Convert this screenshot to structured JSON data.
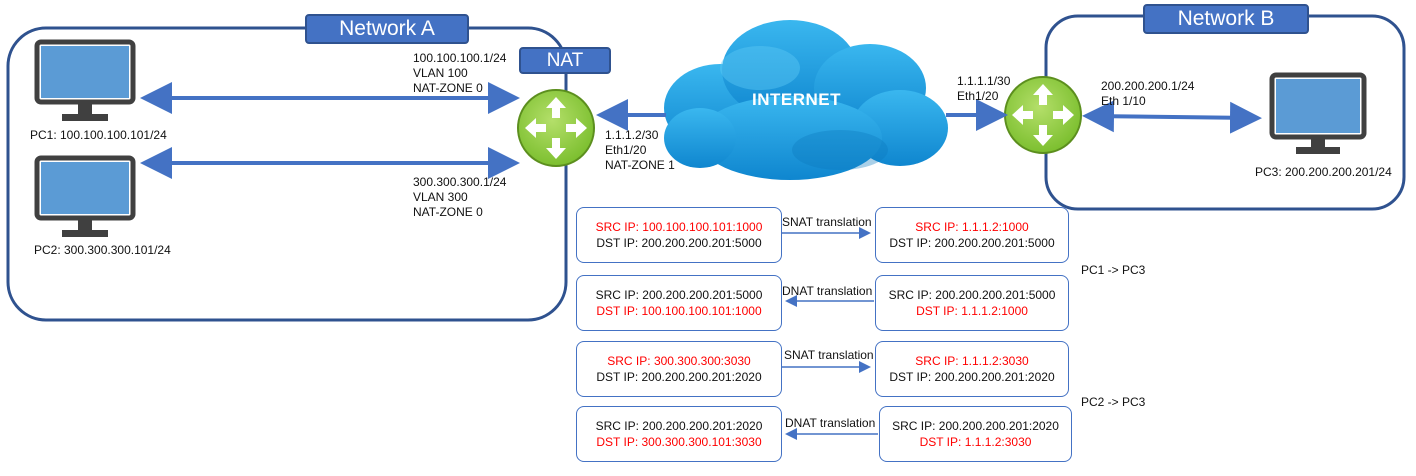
{
  "networks": {
    "a": {
      "title": "Network A"
    },
    "b": {
      "title": "Network B"
    },
    "nat": {
      "title": "NAT"
    }
  },
  "cloud": {
    "label": "INTERNET"
  },
  "hosts": {
    "pc1": "PC1: 100.100.100.101/24",
    "pc2": "PC2: 300.300.300.101/24",
    "pc3": "PC3: 200.200.200.201/24"
  },
  "interfaces": {
    "nat_vlan100": [
      "100.100.100.1/24",
      "VLAN 100",
      "NAT-ZONE 0"
    ],
    "nat_vlan300": [
      "300.300.300.1/24",
      "VLAN 300",
      "NAT-ZONE 0"
    ],
    "nat_outside": [
      "1.1.1.2/30",
      "Eth1/20",
      "NAT-ZONE 1"
    ],
    "rtr_b_outside": [
      "1.1.1.1/30",
      "Eth1/20"
    ],
    "rtr_b_inside": [
      "200.200.200.1/24",
      "Eth 1/10"
    ]
  },
  "flows": {
    "pc1_pc3": "PC1 -> PC3",
    "pc2_pc3": "PC2 -> PC3"
  },
  "translations": [
    {
      "label": "SNAT translation",
      "left": {
        "src": "100.100.100.101:1000",
        "dst": "200.200.200.201:5000"
      },
      "right": {
        "src": "1.1.1.2:1000",
        "dst": "200.200.200.201:5000"
      }
    },
    {
      "label": "DNAT translation",
      "left": {
        "src": "200.200.200.201:5000",
        "dst": "100.100.100.101:1000"
      },
      "right": {
        "src": "200.200.200.201:5000",
        "dst": "1.1.1.2:1000"
      }
    },
    {
      "label": "SNAT translation",
      "left": {
        "src": "300.300.300:3030",
        "dst": "200.200.200.201:2020"
      },
      "right": {
        "src": "1.1.1.2:3030",
        "dst": "200.200.200.201:2020"
      }
    },
    {
      "label": "DNAT translation",
      "left": {
        "src": "200.200.200.201:2020",
        "dst": "300.300.300.101:3030"
      },
      "right": {
        "src": "200.200.200.201:2020",
        "dst": "1.1.1.2:3030"
      }
    }
  ],
  "field_prefix": {
    "src": "SRC IP: ",
    "dst": "DST IP: "
  },
  "colors": {
    "accent": "#4472c4",
    "frame": "#2f528f",
    "router": "#8dc63f",
    "screen": "#5b9bd5",
    "cloud": "#1ea0e0",
    "changed_field": "#ff0000"
  },
  "icons": {
    "router": "router-icon",
    "pc": "monitor-icon",
    "cloud": "cloud-icon"
  }
}
